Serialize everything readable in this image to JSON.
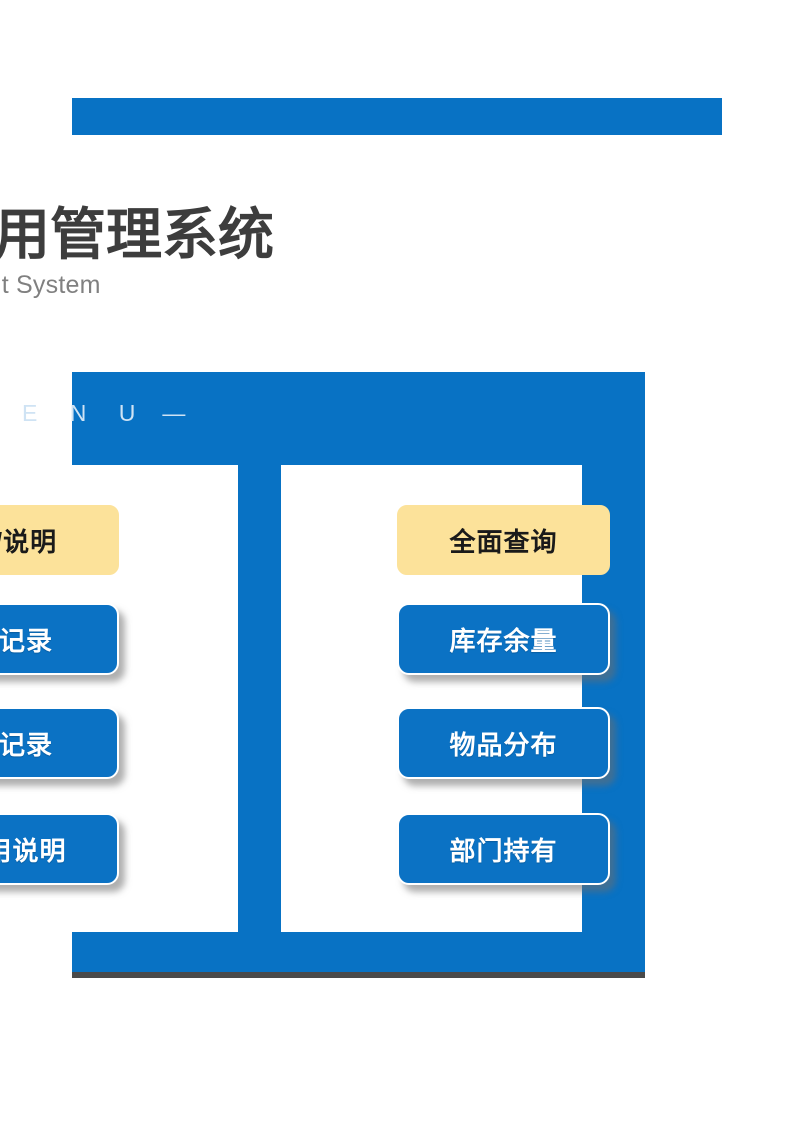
{
  "app": {
    "title": "品领用管理系统",
    "subtitle": "anagement System",
    "accent_color": "#0872c4",
    "highlight_color": "#fce29a",
    "title_color": "#3d3d3d",
    "subtitle_color": "#808080"
  },
  "menu": {
    "label": "E N U",
    "dash": "—",
    "columns": [
      {
        "name": "records-column",
        "header": {
          "label": "录/说明",
          "style": "highlight"
        },
        "items": [
          {
            "label": "出记录"
          },
          {
            "label": "还记录"
          },
          {
            "label": "使用说明"
          }
        ]
      },
      {
        "name": "query-column",
        "header": {
          "label": "全面查询",
          "style": "highlight"
        },
        "items": [
          {
            "label": "库存余量"
          },
          {
            "label": "物品分布"
          },
          {
            "label": "部门持有"
          }
        ]
      }
    ]
  }
}
